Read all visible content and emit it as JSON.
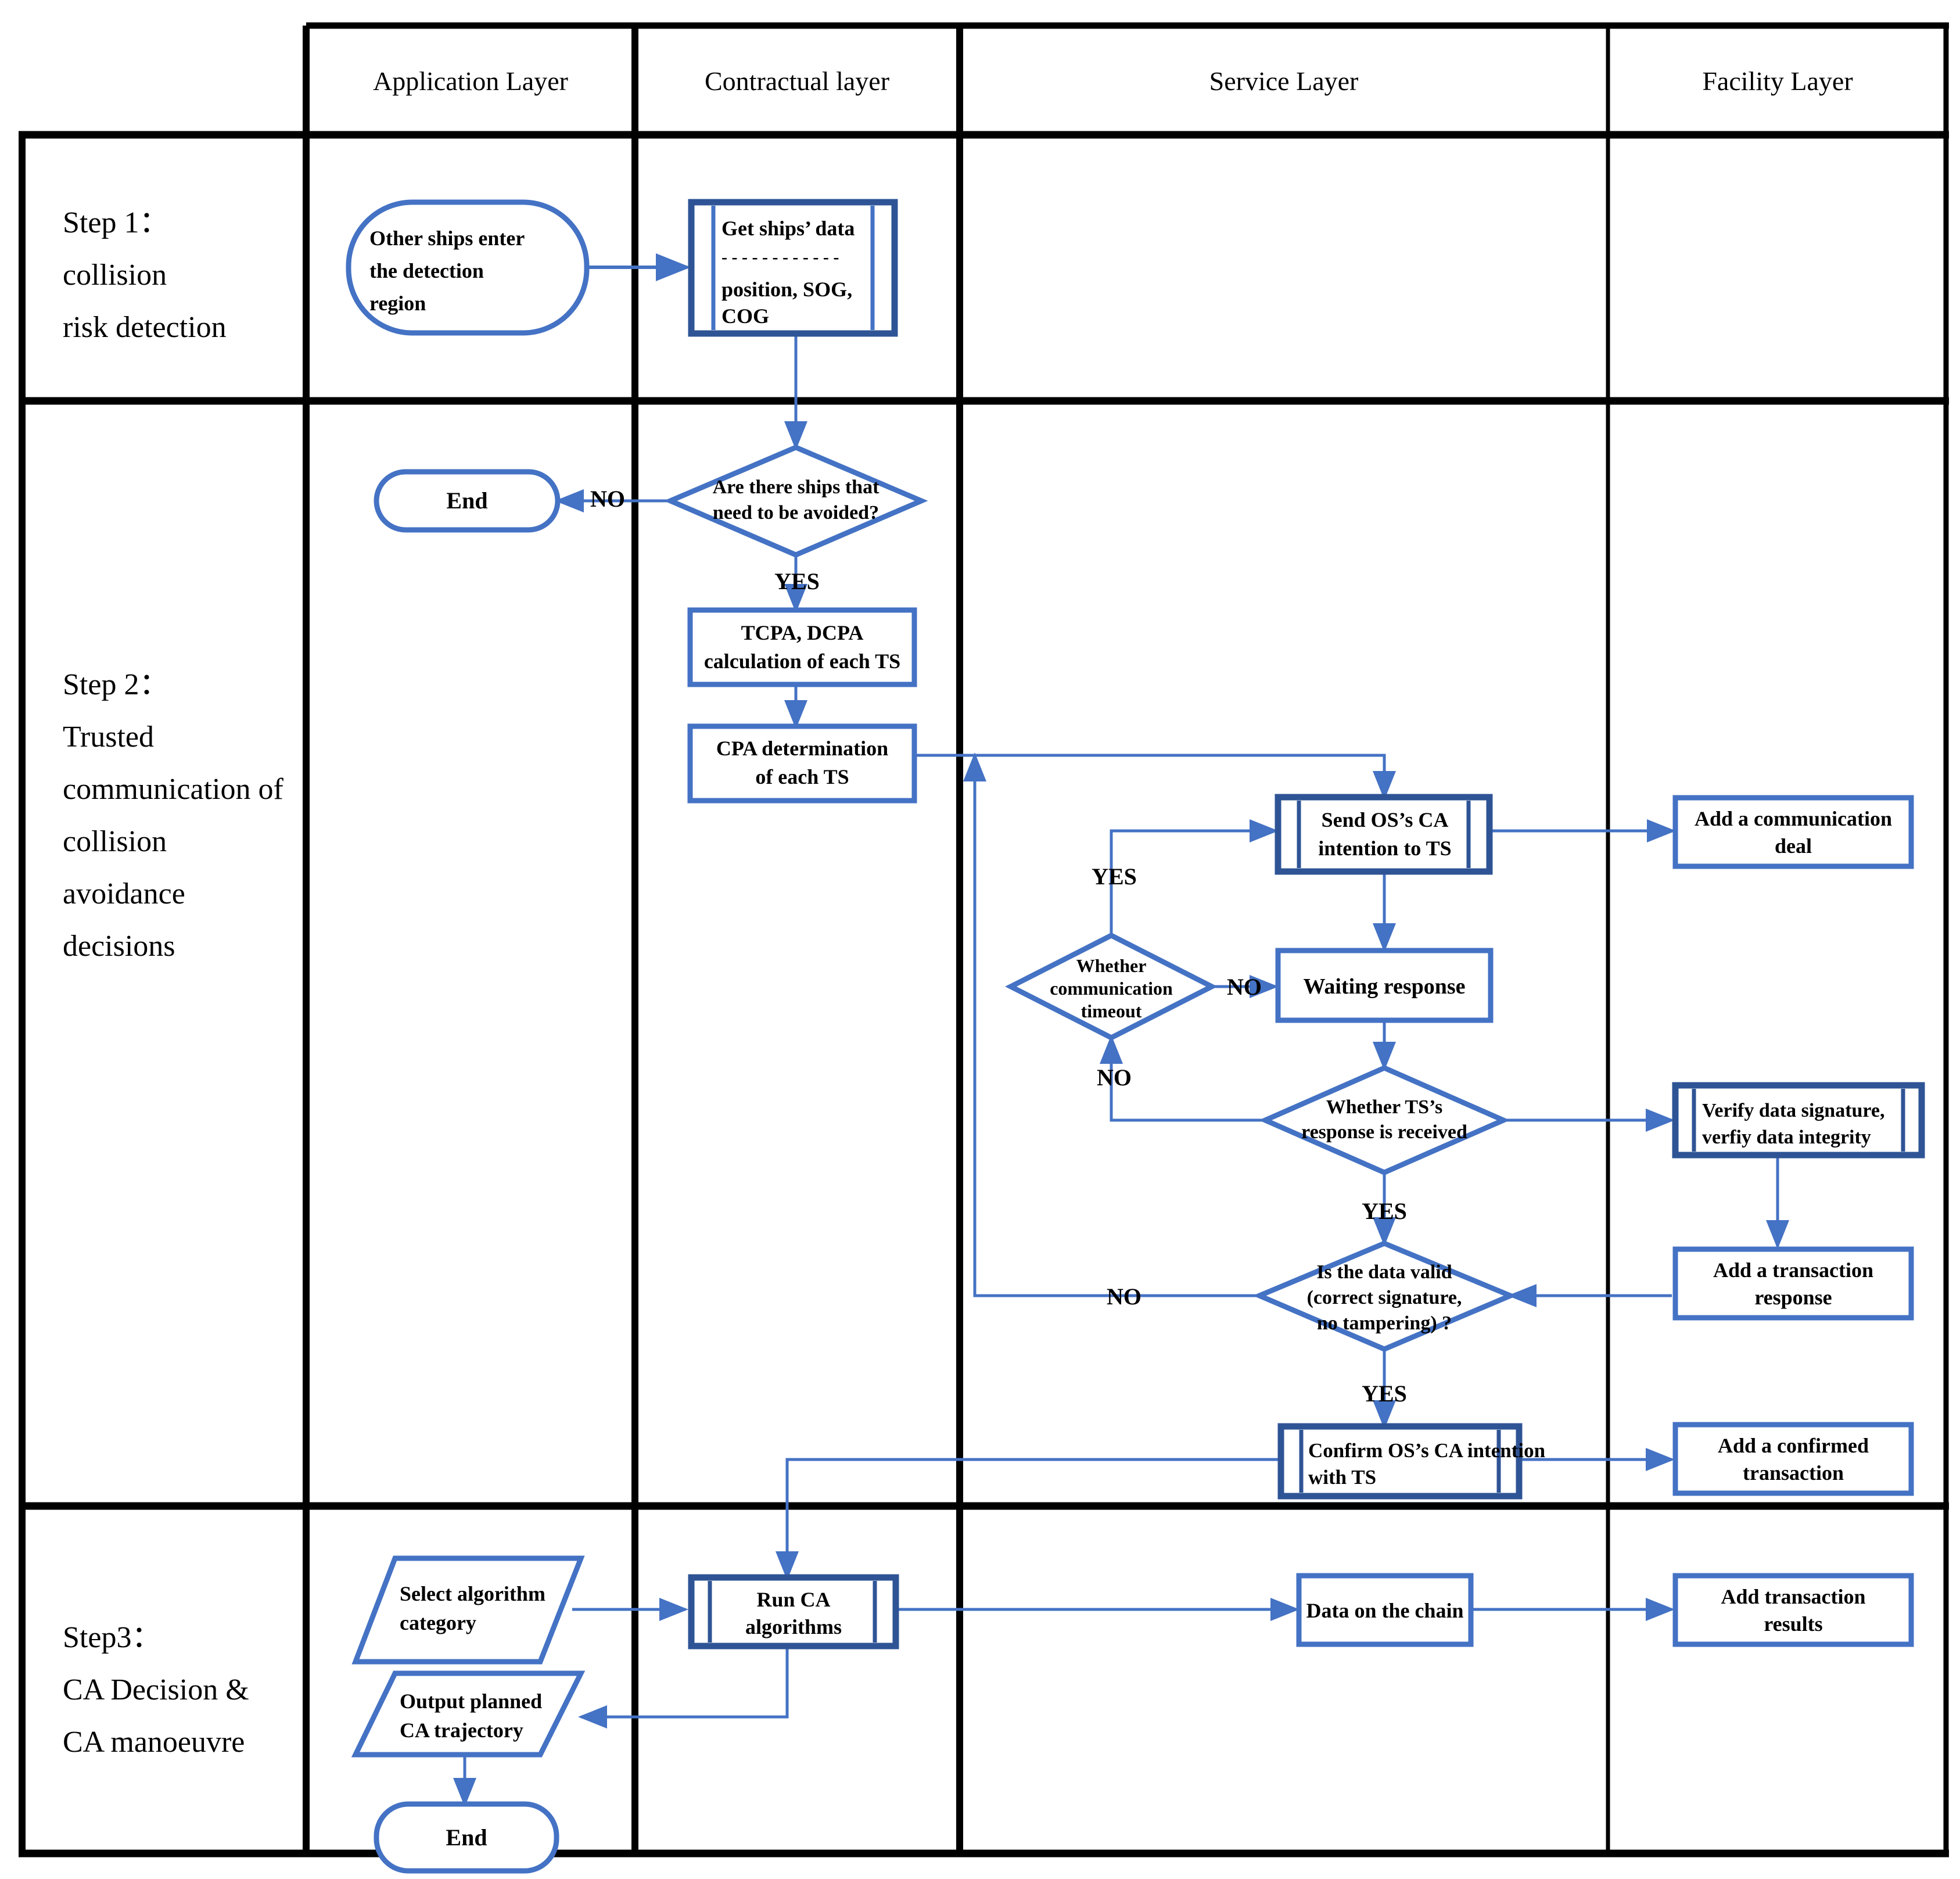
{
  "diagram": {
    "title": "Ship collision avoidance blockchain flowchart",
    "accent_color": "#4472C4",
    "accent_dark": "#2F5496",
    "grid_color": "#000000",
    "background": "#ffffff"
  },
  "columns": [
    {
      "id": "steps",
      "label": ""
    },
    {
      "id": "application",
      "label": "Application Layer"
    },
    {
      "id": "contractual",
      "label": "Contractual layer"
    },
    {
      "id": "service",
      "label": "Service Layer"
    },
    {
      "id": "facility",
      "label": "Facility Layer"
    }
  ],
  "rows": [
    {
      "id": "step1",
      "label_lines": [
        "Step 1：",
        "collision",
        "risk detection"
      ]
    },
    {
      "id": "step2",
      "label_lines": [
        "Step 2：",
        "Trusted",
        "communication of",
        "collision",
        "avoidance",
        "decisions"
      ]
    },
    {
      "id": "step3",
      "label_lines": [
        "Step3：",
        "CA Decision &",
        "CA manoeuvre"
      ]
    }
  ],
  "nodes": {
    "other_ships_enter": {
      "lines": [
        "Other ships enter",
        "the detection",
        "region"
      ],
      "shape": "terminator"
    },
    "get_ships_data": {
      "lines": [
        "Get ships’ data",
        "- - - - - - - - - - - -",
        "position,  SOG,",
        "COG"
      ],
      "shape": "predefined-process"
    },
    "end_step1": {
      "lines": [
        "End"
      ],
      "shape": "terminator"
    },
    "ships_to_avoid": {
      "lines": [
        "Are there ships that",
        "need to be avoided?"
      ],
      "shape": "decision"
    },
    "tcpa_dcpa": {
      "lines": [
        "TCPA, DCPA",
        "calculation of each TS"
      ],
      "shape": "process"
    },
    "cpa_determination": {
      "lines": [
        "CPA determination",
        "of each TS"
      ],
      "shape": "process"
    },
    "send_os_ca": {
      "lines": [
        "Send OS’s CA",
        "intention to TS"
      ],
      "shape": "predefined-process"
    },
    "add_comm_deal": {
      "lines": [
        "Add a communication",
        "deal"
      ],
      "shape": "process"
    },
    "comm_timeout": {
      "lines": [
        "Whether",
        "communication",
        "timeout"
      ],
      "shape": "decision"
    },
    "waiting_response": {
      "lines": [
        "Waiting response"
      ],
      "shape": "process"
    },
    "ts_response_recv": {
      "lines": [
        "Whether TS’s",
        "response is received"
      ],
      "shape": "decision"
    },
    "verify_data": {
      "lines": [
        "Verify data signature,",
        "verfiy data  integrity"
      ],
      "shape": "predefined-process"
    },
    "data_valid": {
      "lines": [
        "Is the data valid",
        "(correct signature,",
        "no tampering) ?"
      ],
      "shape": "decision"
    },
    "add_tx_response": {
      "lines": [
        "Add a transaction",
        "response"
      ],
      "shape": "process"
    },
    "confirm_os_ca": {
      "lines": [
        "Confirm OS’s CA intention",
        "with TS"
      ],
      "shape": "predefined-process"
    },
    "add_confirmed_tx": {
      "lines": [
        "Add a confirmed",
        "transaction"
      ],
      "shape": "process"
    },
    "select_algorithm": {
      "lines": [
        "Select algorithm",
        "category"
      ],
      "shape": "data"
    },
    "run_ca": {
      "lines": [
        "Run CA",
        "algorithms"
      ],
      "shape": "predefined-process"
    },
    "data_on_chain": {
      "lines": [
        "Data on the chain"
      ],
      "shape": "process"
    },
    "add_tx_results": {
      "lines": [
        "Add transaction",
        "results"
      ],
      "shape": "process"
    },
    "output_trajectory": {
      "lines": [
        "Output planned",
        "CA trajectory"
      ],
      "shape": "data"
    },
    "end_step3": {
      "lines": [
        "End"
      ],
      "shape": "terminator"
    }
  },
  "edge_labels": {
    "no_end": "NO",
    "yes_tcpa": "YES",
    "yes_timeout": "YES",
    "no_waiting": "NO",
    "no_timeout_back": "NO",
    "yes_valid": "YES",
    "no_valid": "NO",
    "yes_confirm": "YES"
  }
}
